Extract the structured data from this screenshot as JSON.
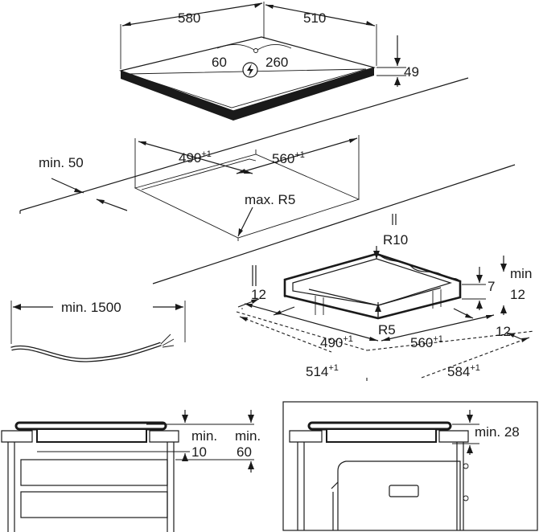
{
  "hob_top": {
    "width": "580",
    "depth": "510",
    "height": "49",
    "cable_left": "60",
    "cable_right": "260",
    "power_symbol": "lightning-in-circle"
  },
  "cutout": {
    "left_margin": "min. 50",
    "width_base": "490",
    "width_sup": "+1",
    "depth_base": "560",
    "depth_sup": "+1",
    "radius": "max. R5"
  },
  "cable": {
    "length": "min. 1500"
  },
  "frame": {
    "radius_outer": "R10",
    "radius_inner": "R5",
    "side_left": "12",
    "depth_a": "7",
    "min_label": "min",
    "min_value": "12",
    "side_right": "12",
    "inner_w_base": "490",
    "inner_w_sup": "+1",
    "inner_d_base": "560",
    "inner_d_sup": "+1",
    "outer_w_base": "514",
    "outer_w_sup": "+1",
    "outer_d_base": "584",
    "outer_d_sup": "+1"
  },
  "section_drawers": {
    "label_a_min": "min.",
    "label_a_val": "10",
    "label_b_min": "min.",
    "label_b_val": "60"
  },
  "section_oven": {
    "label": "min. 28"
  }
}
